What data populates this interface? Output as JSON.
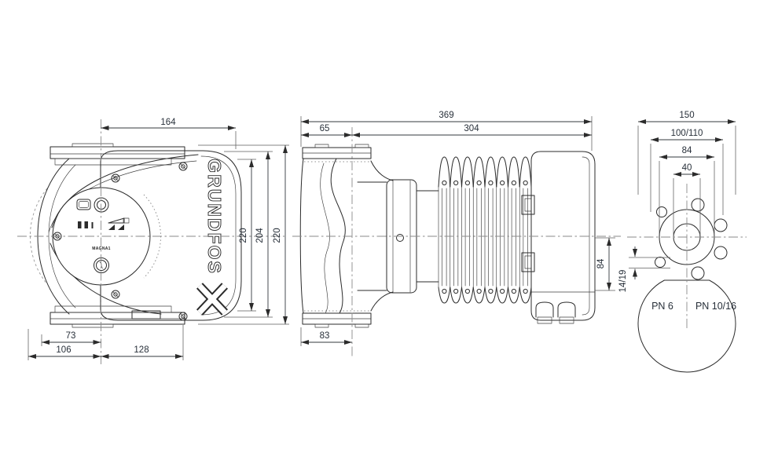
{
  "front_view": {
    "brand": "GRUNDFOS",
    "model": "MAGNA1",
    "dim_top_width": "164",
    "dim_height_inner": "220",
    "dim_height_mid": "204",
    "dim_height_outer": "220",
    "dim_bottom_inner": "73",
    "dim_bottom_outer": "106",
    "dim_bottom_right": "128"
  },
  "side_view": {
    "dim_total_length": "369",
    "dim_face_to_axis": "65",
    "dim_axis_to_end": "304",
    "dim_bottom_flange": "83",
    "dim_axis_to_bottom": "84"
  },
  "end_view": {
    "dim_flange_width": "150",
    "dim_bolt_circle": "100/110",
    "dim_hub": "84",
    "dim_bore": "40",
    "dim_bolt_holes": "14/19",
    "label_pn_left": "PN 6",
    "label_pn_right": "PN 10/16"
  },
  "colors": {
    "line": "#2b2b2b",
    "dimension_text": "#28303a",
    "centerline": "#8a8a8a",
    "background": "#ffffff"
  }
}
